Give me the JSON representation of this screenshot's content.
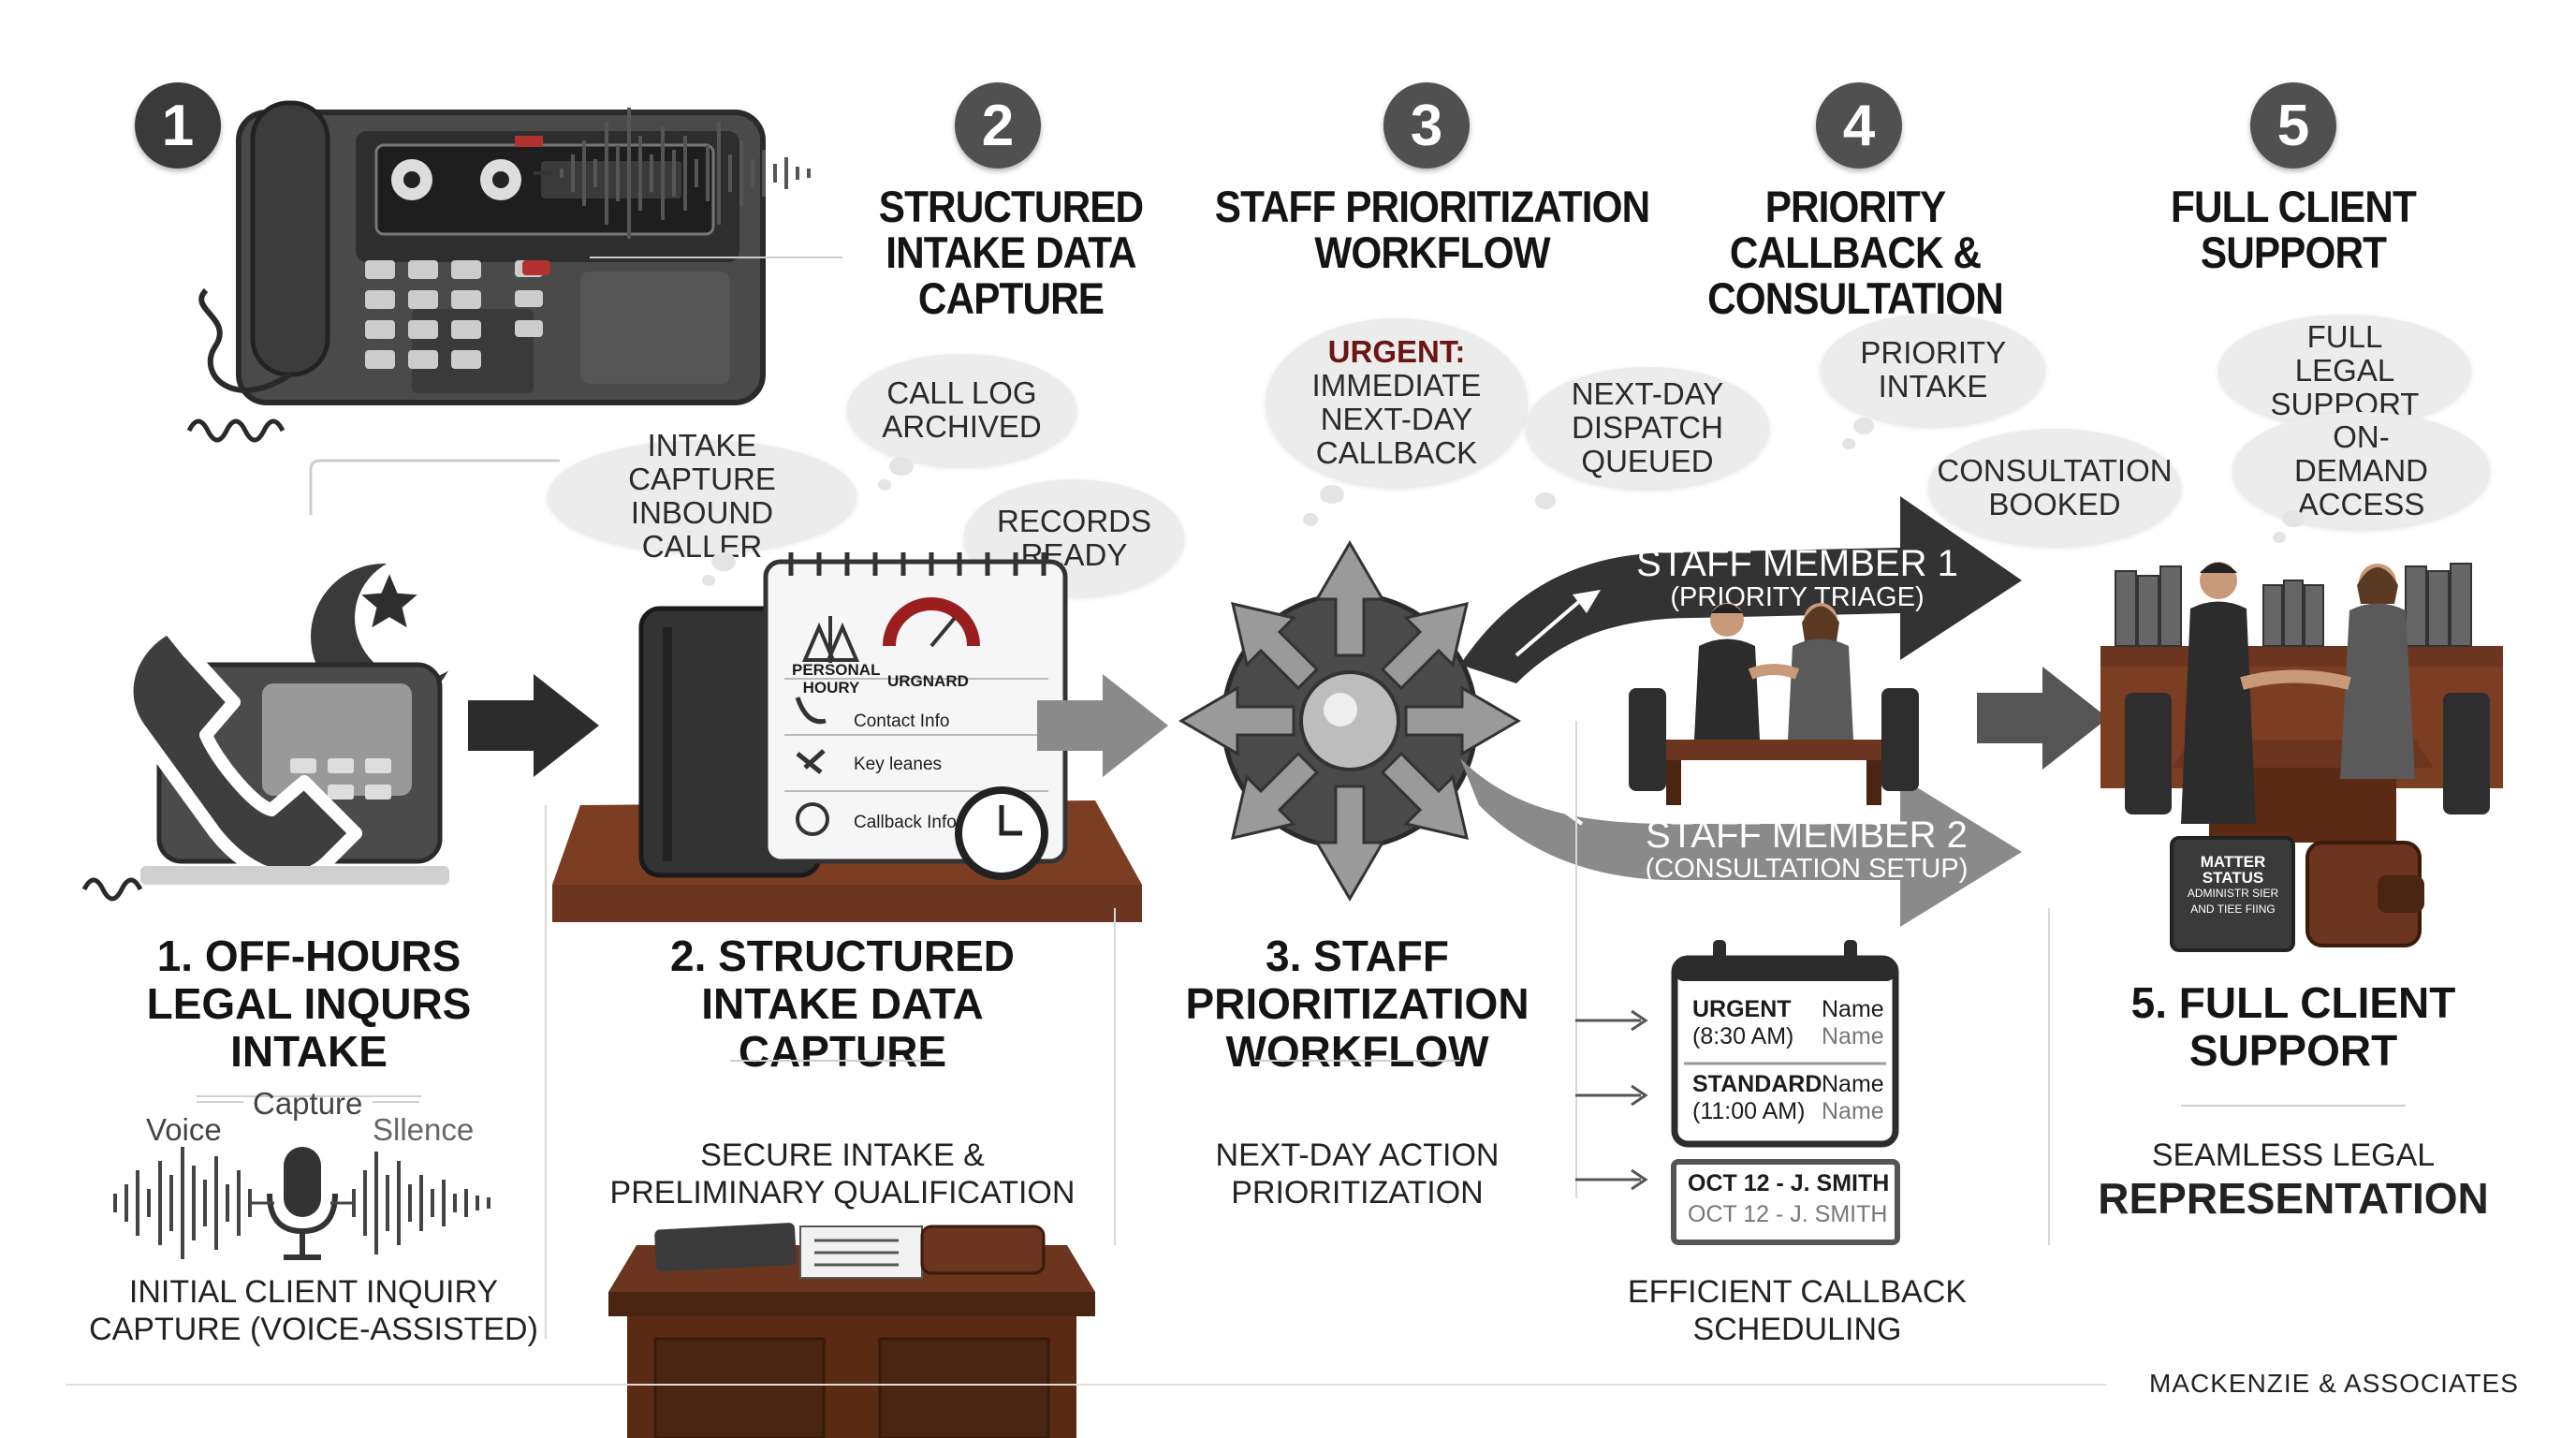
{
  "steps": [
    {
      "num": "1",
      "top_title": "",
      "title": "1. OFF-HOURS LEGAL INQURS INTAKE",
      "subtitle": "INITIAL CLIENT INQUIRY CAPTURE (VOICE-ASSISTED)"
    },
    {
      "num": "2",
      "top_title": "STRUCTURED INTAKE DATA CAPTURE",
      "title": "2. STRUCTURED INTAKE DATA CAPTURE",
      "subtitle": "SECURE INTAKE & PRELIMINARY QUALIFICATION"
    },
    {
      "num": "3",
      "top_title": "STAFF PRIORITIZATION WORKFLOW",
      "title": "3. STAFF PRIORITIZATION WORKFLOW",
      "subtitle": "NEXT-DAY ACTION PRIORITIZATION"
    },
    {
      "num": "4",
      "top_title": "PRIORITY CALLBACK & CONSULTATION",
      "title": "",
      "subtitle": "EFFICIENT CALLBACK SCHEDULING"
    },
    {
      "num": "5",
      "top_title": "FULL CLIENT SUPPORT",
      "title": "5. FULL CLIENT SUPPORT",
      "subtitle_line1": "SEAMLESS LEGAL",
      "subtitle_line2": "REPRESENTATION"
    }
  ],
  "bubbles": {
    "call_log": "CALL LOG ARCHIVED",
    "intake_capture": "INTAKE CAPTURE INBOUND CALLER",
    "records_ready": "RECORDS READY",
    "urgent_label": "URGENT:",
    "urgent_rest": "IMMEDIATE NEXT-DAY CALLBACK",
    "next_day": "NEXT-DAY DISPATCH QUEUED",
    "priority_intake": "PRIORITY INTAKE",
    "consultation": "CONSULTATION BOOKED",
    "full_legal": "FULL LEGAL SUPPORT",
    "on_demand": "ON-DEMAND ACCESS"
  },
  "voice": {
    "voice": "Voice",
    "capture": "Capture",
    "silence": "Sllence"
  },
  "notepad": {
    "personal": "PERSONAL HOURY",
    "urgnard": "URGNARD",
    "contact": "Contact Info",
    "key": "Key leanes",
    "callback": "Callback Info"
  },
  "routes": {
    "staff1": "STAFF MEMBER 1",
    "staff1_sub": "(PRIORITY TRIAGE)",
    "staff2": "STAFF MEMBER 2",
    "staff2_sub": "(CONSULTATION SETUP)"
  },
  "calendar": {
    "rows": [
      {
        "label": "URGENT",
        "time": "(8:30 AM)",
        "name1": "Name",
        "name2": "Name"
      },
      {
        "label": "STANDARD",
        "time": "(11:00 AM)",
        "name1": "Name",
        "name2": "Name"
      }
    ],
    "card_line1": "OCT 12 - J. SMITH",
    "card_line2": "OCT 12 - J. SMITH"
  },
  "matter": {
    "line1": "MATTER",
    "line2": "STATUS",
    "line3": "ADMINISTR SIER",
    "line4": "AND TIEE FIING"
  },
  "footer": "MACKENZIE & ASSOCIATES",
  "colors": {
    "dark": "#3a3a3a",
    "arrow_dark": "#333333",
    "arrow_gray": "#8a8a8a",
    "wood": "#6b3520",
    "bubble": "#ececec"
  }
}
